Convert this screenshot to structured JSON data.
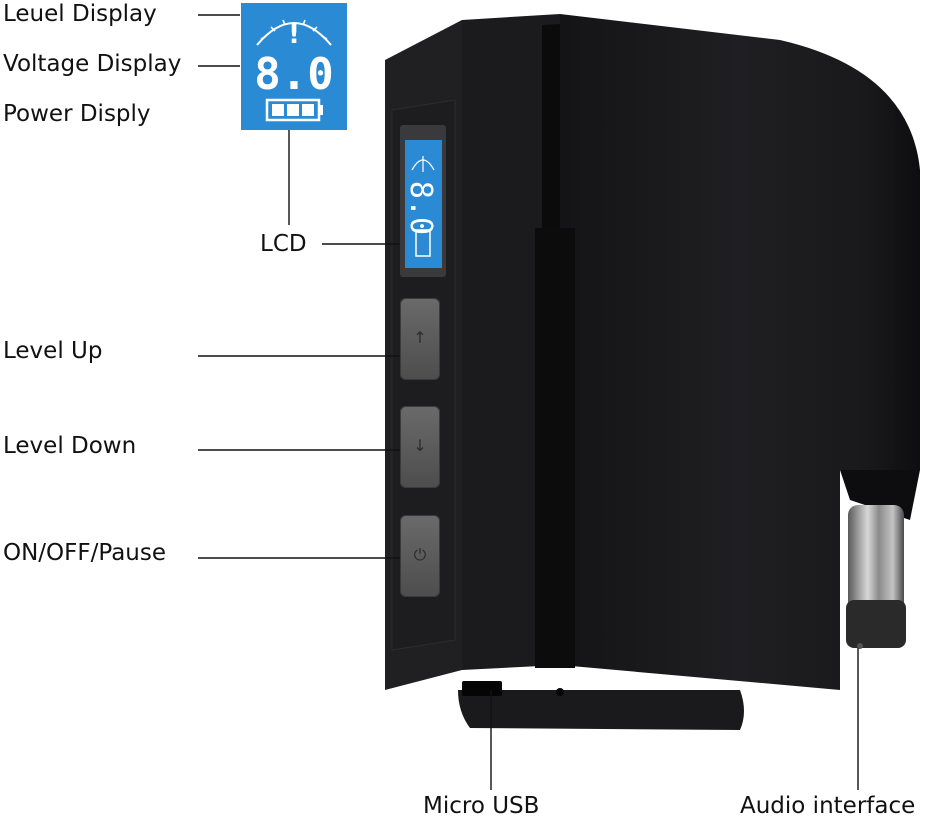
{
  "labels": {
    "level_display": "Leuel Display",
    "voltage_display": "Voltage Display",
    "power_display": "Power Disply",
    "lcd": "LCD",
    "level_up": "Level Up",
    "level_down": "Level Down",
    "on_off_pause": "ON/OFF/Pause",
    "micro_usb": "Micro USB",
    "audio_interface": "Audio interface"
  },
  "lcd": {
    "voltage_value": "8.0",
    "level_marker": "!",
    "battery_bars": 3
  },
  "colors": {
    "lcd_blue": "#2a8bd4",
    "device_body": "#1c1c1e",
    "button_grey": "#5a5a5a",
    "metal": "#9a9a9a"
  },
  "icons": [
    "arrow-up-icon",
    "arrow-down-icon",
    "power-icon",
    "battery-icon",
    "gauge-icon"
  ]
}
